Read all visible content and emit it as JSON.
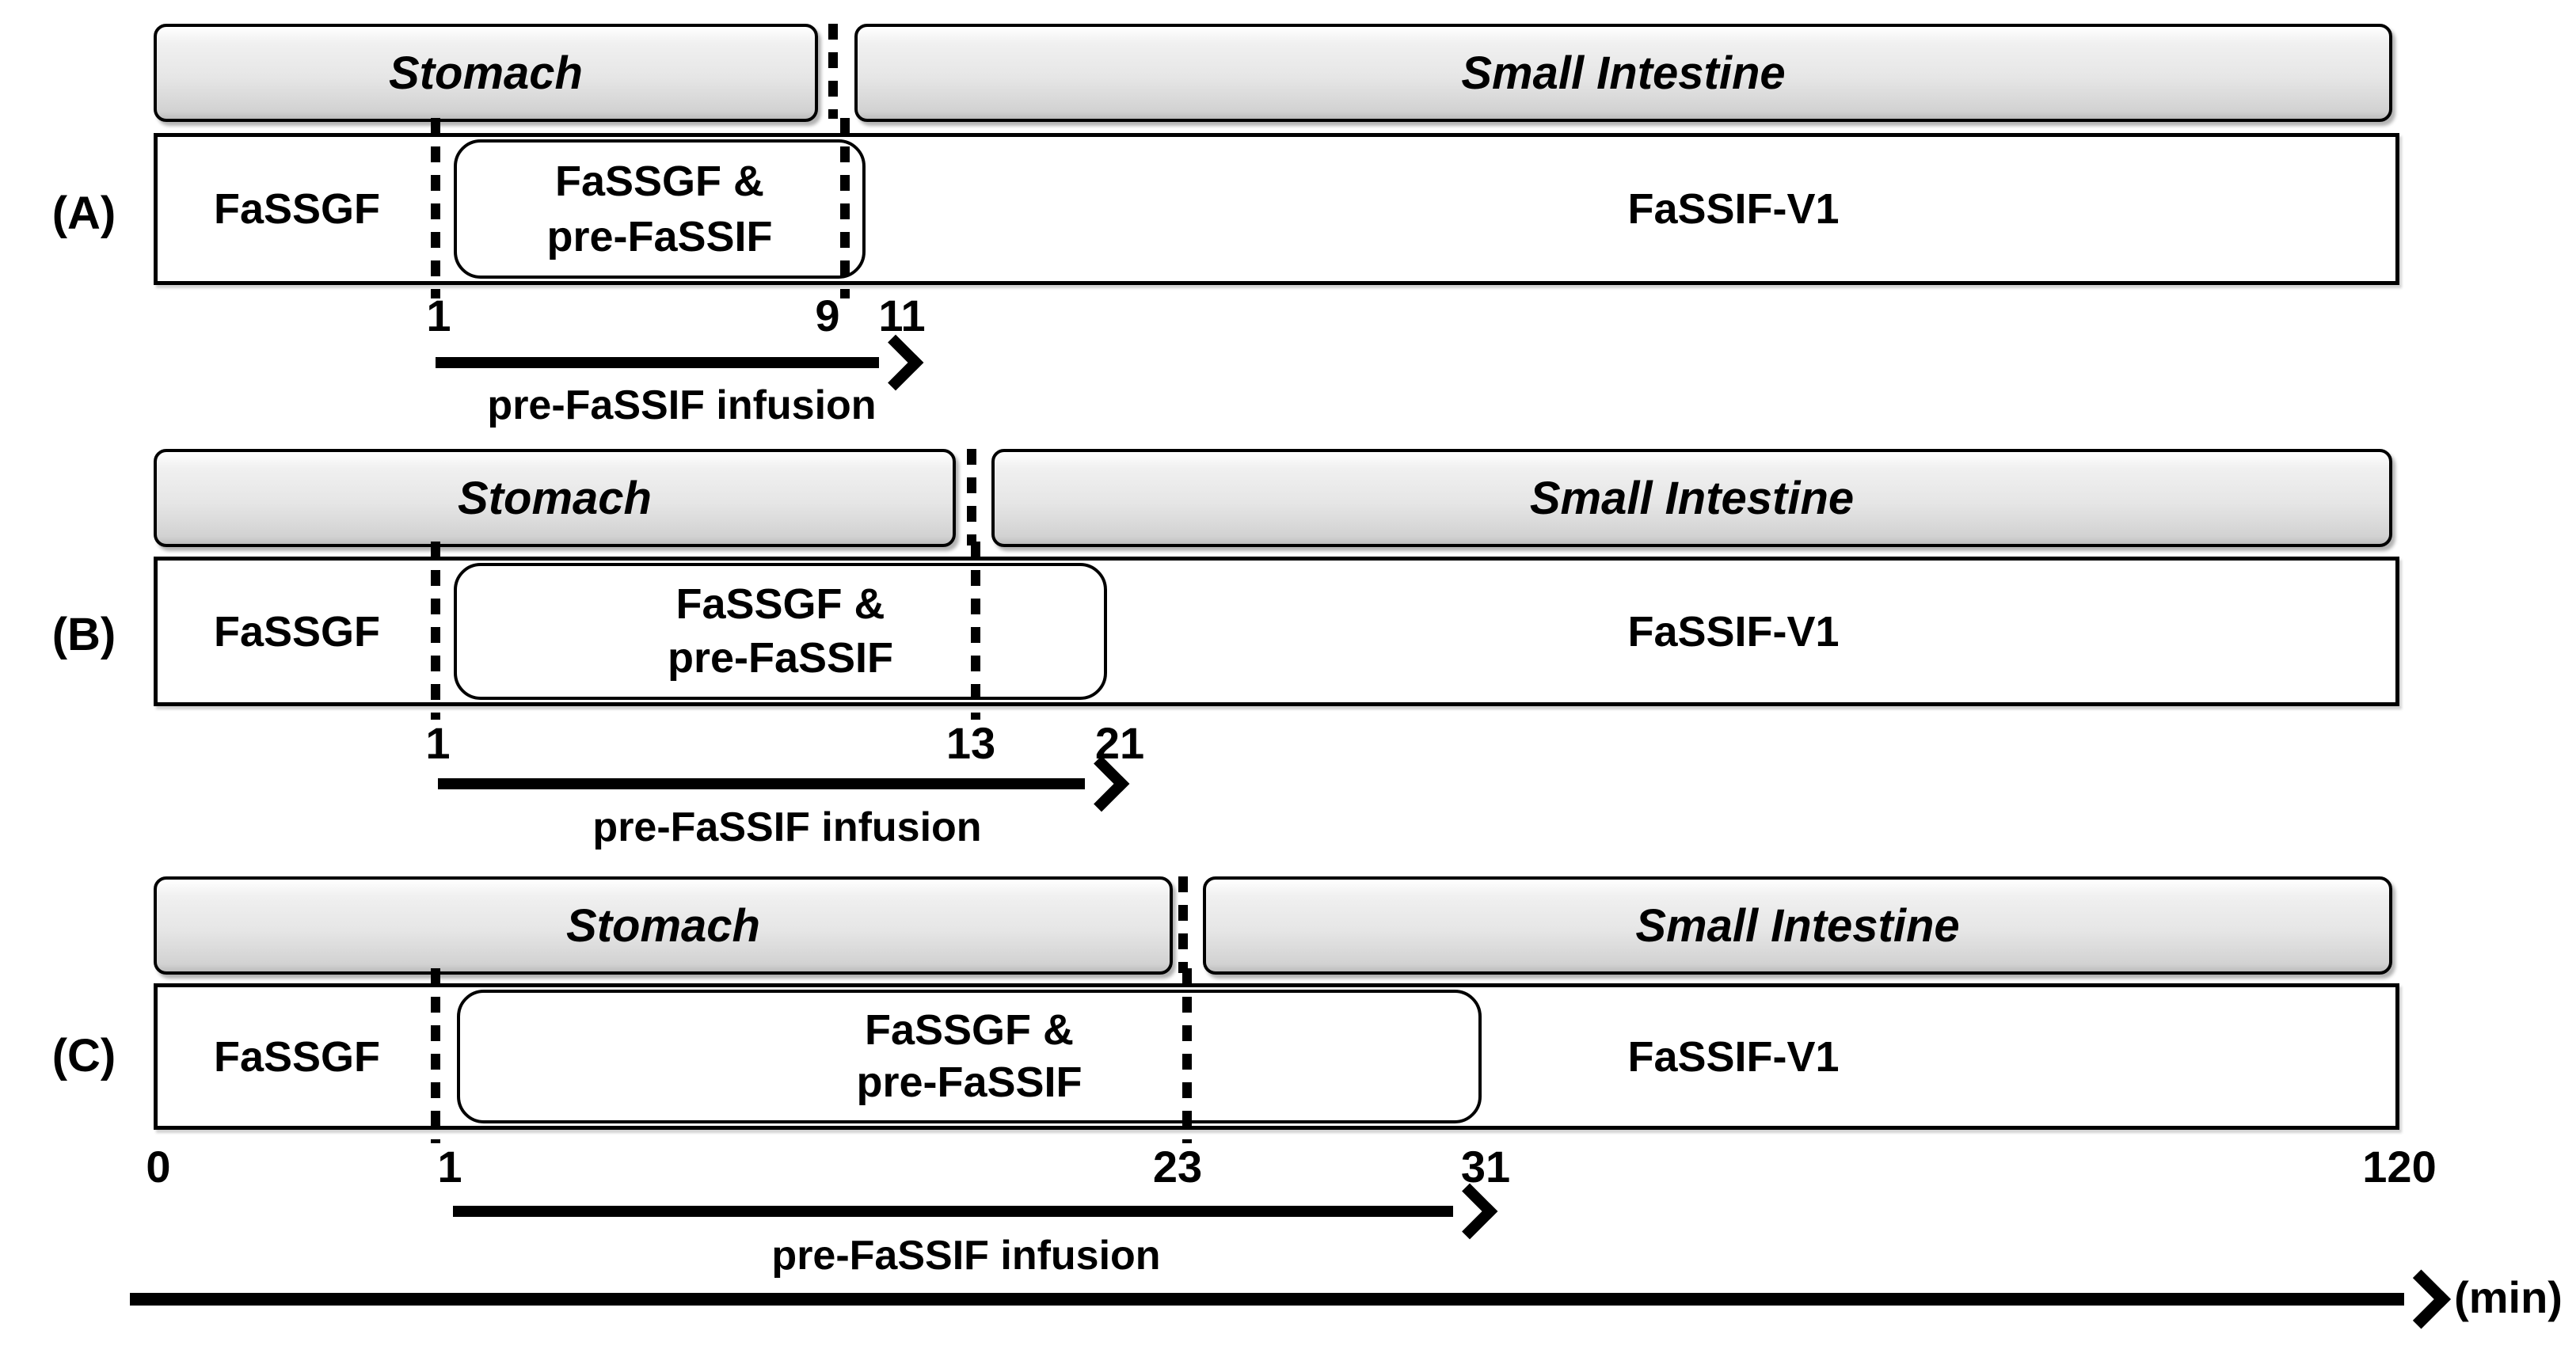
{
  "figure": {
    "infusion_label": "pre-FaSSIF infusion",
    "axis_unit": "(min)"
  },
  "panels": [
    {
      "label": "(A)",
      "stomach": "Stomach",
      "intestine": "Small Intestine",
      "left_segment": "FaSSGF",
      "mix_line1": "FaSSGF &",
      "mix_line2": "pre-FaSSIF",
      "right_segment": "FaSSIF-V1",
      "ticks": [
        "1",
        "9",
        "11"
      ]
    },
    {
      "label": "(B)",
      "stomach": "Stomach",
      "intestine": "Small Intestine",
      "left_segment": "FaSSGF",
      "mix_line1": "FaSSGF &",
      "mix_line2": "pre-FaSSIF",
      "right_segment": "FaSSIF-V1",
      "ticks": [
        "1",
        "13",
        "21"
      ]
    },
    {
      "label": "(C)",
      "stomach": "Stomach",
      "intestine": "Small Intestine",
      "left_segment": "FaSSGF",
      "mix_line1": "FaSSGF &",
      "mix_line2": "pre-FaSSIF",
      "right_segment": "FaSSIF-V1",
      "ticks": [
        "0",
        "1",
        "23",
        "31",
        "120"
      ]
    }
  ],
  "colors": {
    "header_fill_light": "#f0f0f0",
    "header_fill_dark": "#bdbdbd",
    "line": "#000000",
    "background": "#ffffff"
  }
}
